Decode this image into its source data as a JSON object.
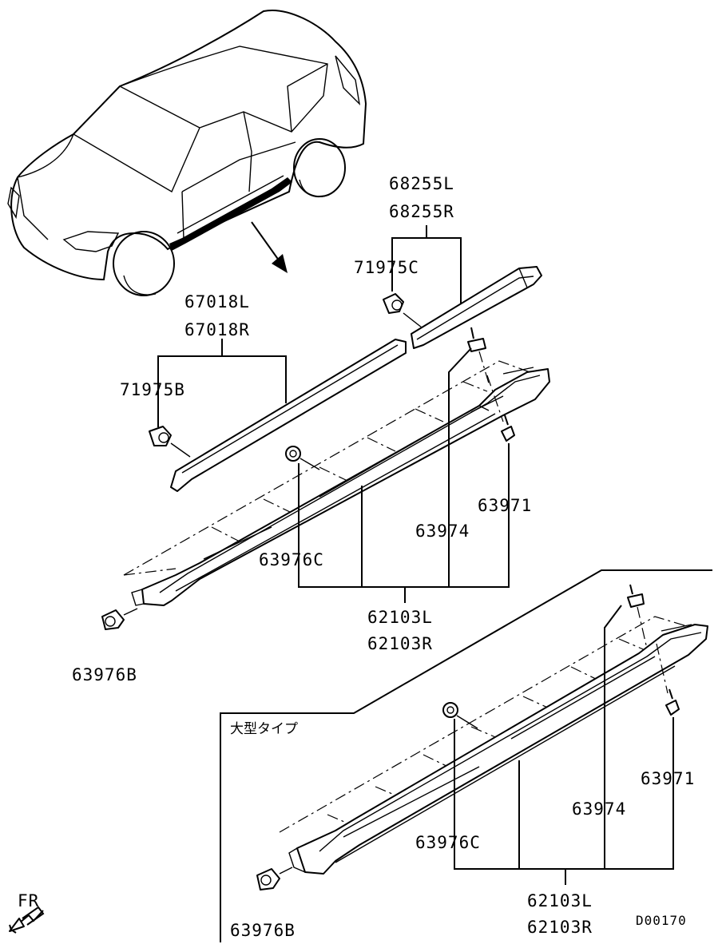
{
  "labels": {
    "moulding_upper_l": "68255L",
    "moulding_upper_r": "68255R",
    "clip_upper": "71975C",
    "moulding_door_l": "67018L",
    "moulding_door_r": "67018R",
    "clip_door": "71975B",
    "screw": "63971",
    "clip_sill": "63974",
    "clip_sill_c": "63976C",
    "sill_garnish_l": "62103L",
    "sill_garnish_r": "62103R",
    "clip_front": "63976B",
    "variant_title": "大型タイプ",
    "variant_screw": "63971",
    "variant_clip_sill": "63974",
    "variant_clip_sill_c": "63976C",
    "variant_sill_garnish_l": "62103L",
    "variant_sill_garnish_r": "62103R",
    "variant_clip_front": "63976B",
    "front_indicator": "FR",
    "diagram_code": "D00170"
  }
}
